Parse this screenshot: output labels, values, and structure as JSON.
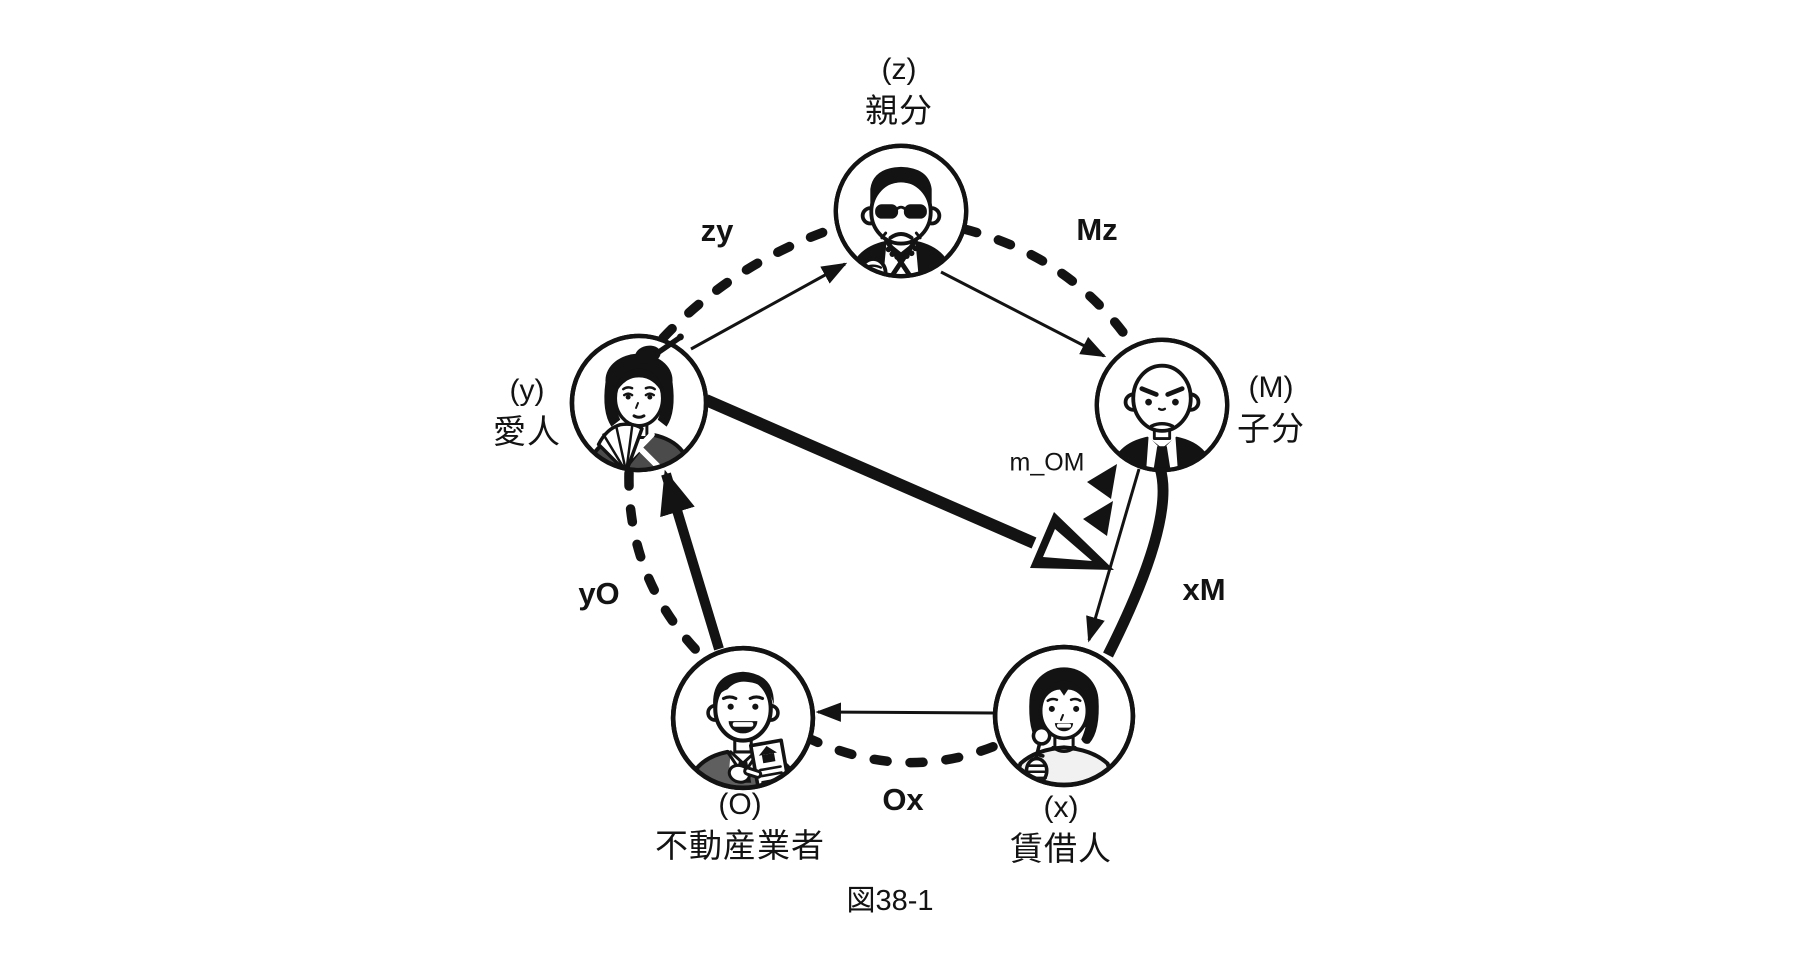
{
  "figure": {
    "caption": "図38-1",
    "palette": {
      "ink": "#131313",
      "background": "#ffffff",
      "suit_gray": "#5f5f5f",
      "kimono_gray": "#4b4b4b",
      "blouse_gray": "#f1f1f1"
    },
    "nodes": {
      "z": {
        "key": "(z)",
        "role": "親分",
        "icon": "boss-avatar"
      },
      "y": {
        "key": "(y)",
        "role": "愛人",
        "icon": "mistress-avatar"
      },
      "M": {
        "key": "(M)",
        "role": "子分",
        "icon": "henchman-avatar"
      },
      "O": {
        "key": "(O)",
        "role": "不動産業者",
        "icon": "realtor-avatar"
      },
      "x": {
        "key": "(x)",
        "role": "賃借人",
        "icon": "tenant-avatar"
      }
    },
    "edge_labels": {
      "zy": "zy",
      "Mz": "Mz",
      "xM": "xM",
      "Ox": "Ox",
      "yO": "yO",
      "m_OM": "m_OM"
    }
  }
}
